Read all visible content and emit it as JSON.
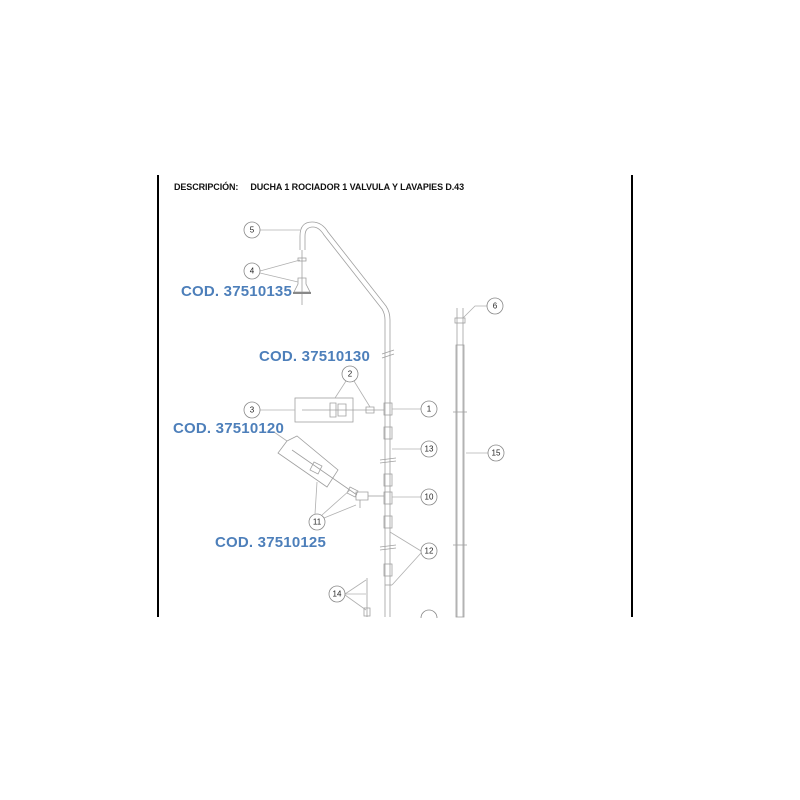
{
  "header": {
    "label": "DESCRIPCIÓN:",
    "value": "DUCHA 1 ROCIADOR 1 VALVULA Y LAVAPIES D.43"
  },
  "codes": [
    "COD. 37510135",
    "COD. 37510130",
    "COD. 37510120",
    "COD. 37510125"
  ],
  "callouts": {
    "c1": "1",
    "c2": "2",
    "c3": "3",
    "c4": "4",
    "c5": "5",
    "c6": "6",
    "c10": "10",
    "c11": "11",
    "c12": "12",
    "c13": "13",
    "c14": "14",
    "c15": "15"
  },
  "colors": {
    "code_blue": "#4d7fba",
    "line": "#9a9a9a",
    "border": "#000000"
  }
}
